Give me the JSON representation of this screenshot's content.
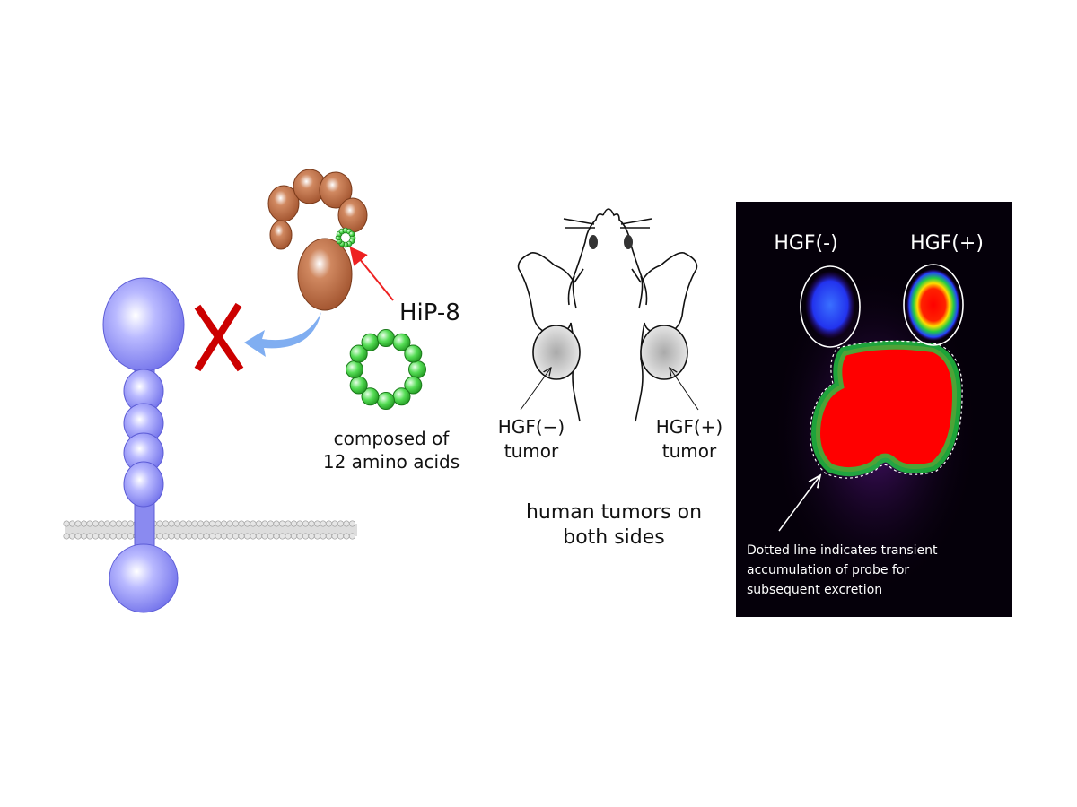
{
  "probe": {
    "name": "HiP-8",
    "composition_line1": "composed of",
    "composition_line2": "12 amino acids"
  },
  "mouse": {
    "left_label": "HGF(−)",
    "left_sub": "tumor",
    "right_label": "HGF(+)",
    "right_sub": "tumor",
    "caption_line1": "human tumors on",
    "caption_line2": "both sides"
  },
  "imaging": {
    "left_label": "HGF(-)",
    "right_label": "HGF(+)",
    "note_line1": "Dotted line indicates transient",
    "note_line2": "accumulation of probe for",
    "note_line3": "subsequent excretion"
  },
  "colors": {
    "receptor": "#8f8ff5",
    "ligand": "#b8643a",
    "peptide": "#33cc33",
    "block_x": "#cc0000",
    "arrow": "#ee2222"
  }
}
